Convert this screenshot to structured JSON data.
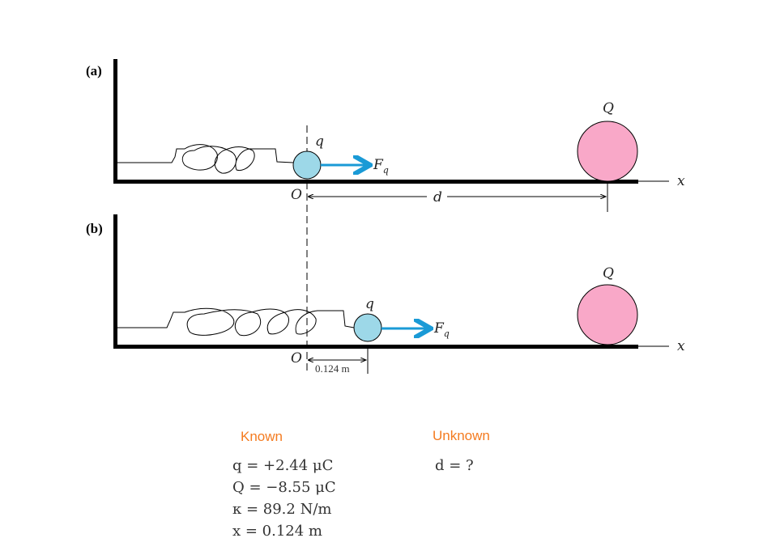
{
  "diagram": {
    "panel_a_label": "(a)",
    "panel_b_label": "(b)",
    "charge_small": "q",
    "charge_large": "Q",
    "force_label": "F",
    "force_subscript": "q",
    "origin_label": "O",
    "distance_label": "d",
    "axis_label": "x",
    "displacement_label": "0.124 m",
    "colors": {
      "small_sphere": "#9dd8e8",
      "large_sphere": "#f9a8c8",
      "force_arrow": "#1a9ad6",
      "heading": "#f47b20"
    }
  },
  "known": {
    "heading": "Known",
    "items": [
      "q = +2.44 μC",
      "Q = −8.55 μC",
      "κ = 89.2 N/m",
      "x = 0.124 m"
    ]
  },
  "unknown": {
    "heading": "Unknown",
    "items": [
      "d = ?"
    ]
  }
}
